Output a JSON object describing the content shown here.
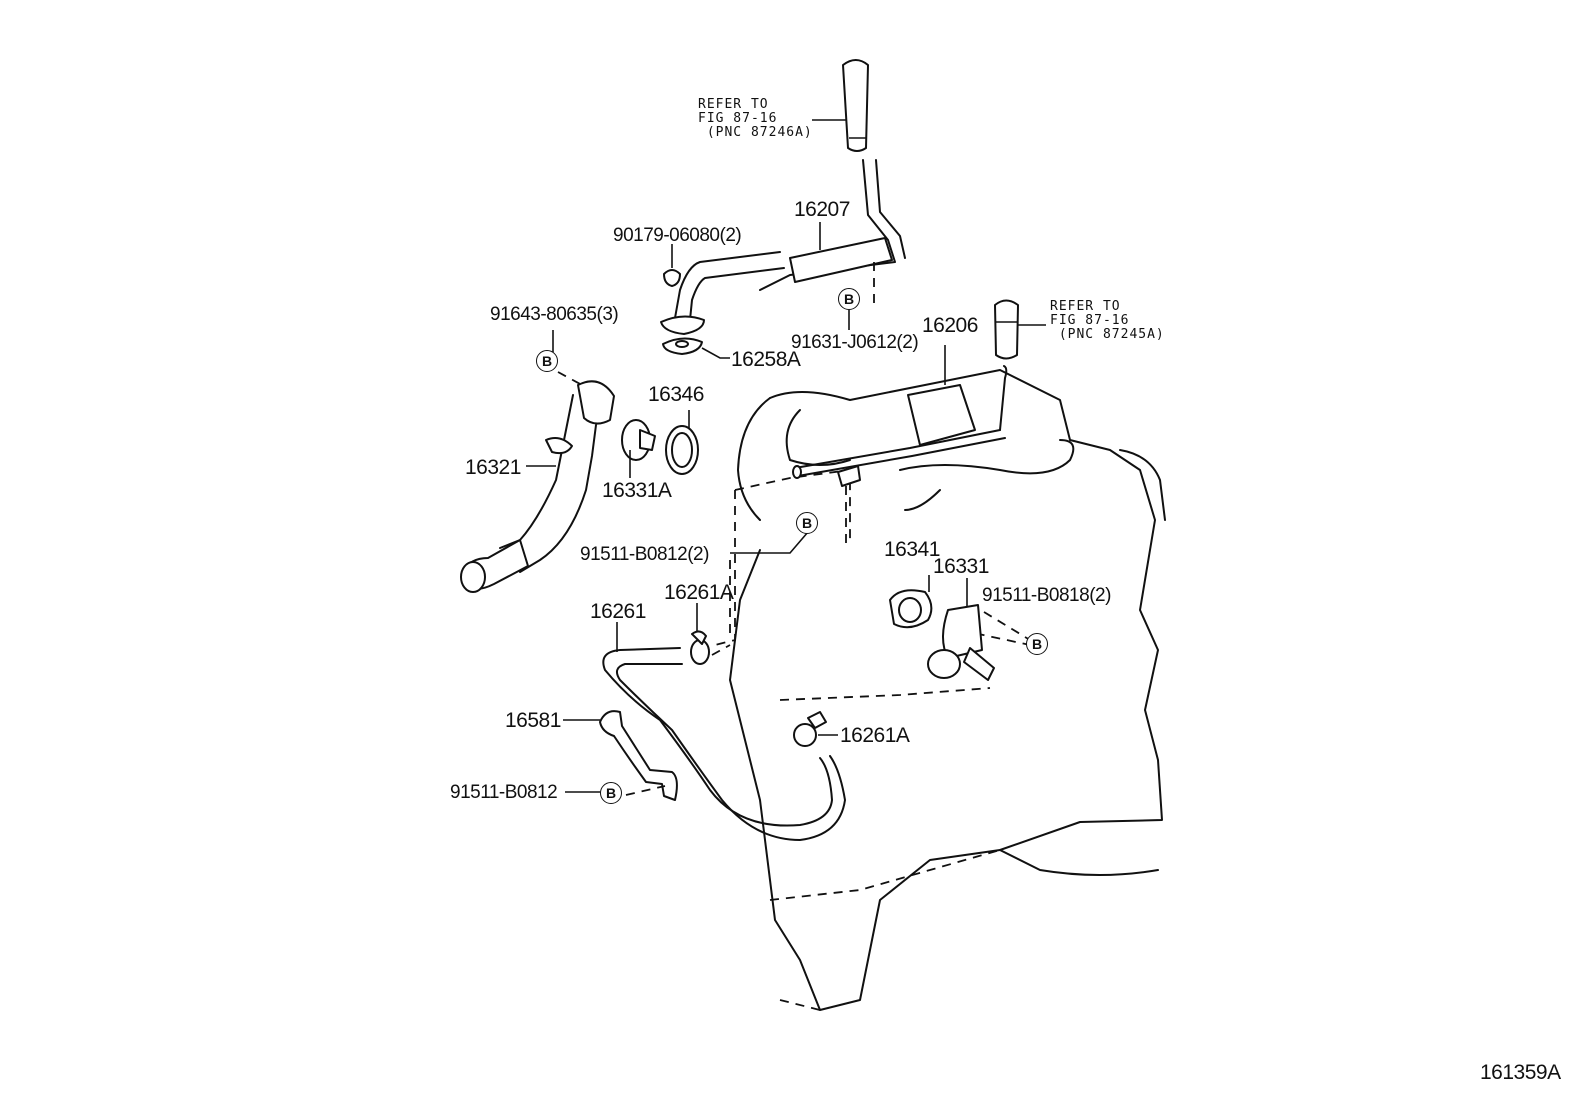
{
  "diagram": {
    "type": "parts-exploded-view",
    "figure_id": "161359A",
    "bolt_marker_symbol": "B",
    "references": [
      {
        "lines": [
          "REFER TO",
          "FIG 87-16",
          " (PNC 87246A)"
        ]
      },
      {
        "lines": [
          "REFER TO",
          "FIG 87-16",
          " (PNC 87245A)"
        ]
      }
    ],
    "callouts": [
      {
        "id": "16207",
        "label": "16207"
      },
      {
        "id": "90179-06080",
        "label": "90179-06080(2)"
      },
      {
        "id": "91631-J0612",
        "label": "91631-J0612(2)"
      },
      {
        "id": "16206",
        "label": "16206"
      },
      {
        "id": "91643-80635",
        "label": "91643-80635(3)"
      },
      {
        "id": "16258A",
        "label": "16258A"
      },
      {
        "id": "16346",
        "label": "16346"
      },
      {
        "id": "16321",
        "label": "16321"
      },
      {
        "id": "16331A",
        "label": "16331A"
      },
      {
        "id": "91511-B0812-2",
        "label": "91511-B0812(2)"
      },
      {
        "id": "16341",
        "label": "16341"
      },
      {
        "id": "16331",
        "label": "16331"
      },
      {
        "id": "91511-B0818",
        "label": "91511-B0818(2)"
      },
      {
        "id": "16261A-upper",
        "label": "16261A"
      },
      {
        "id": "16261",
        "label": "16261"
      },
      {
        "id": "16581",
        "label": "16581"
      },
      {
        "id": "16261A-lower",
        "label": "16261A"
      },
      {
        "id": "91511-B0812",
        "label": "91511-B0812"
      }
    ]
  }
}
